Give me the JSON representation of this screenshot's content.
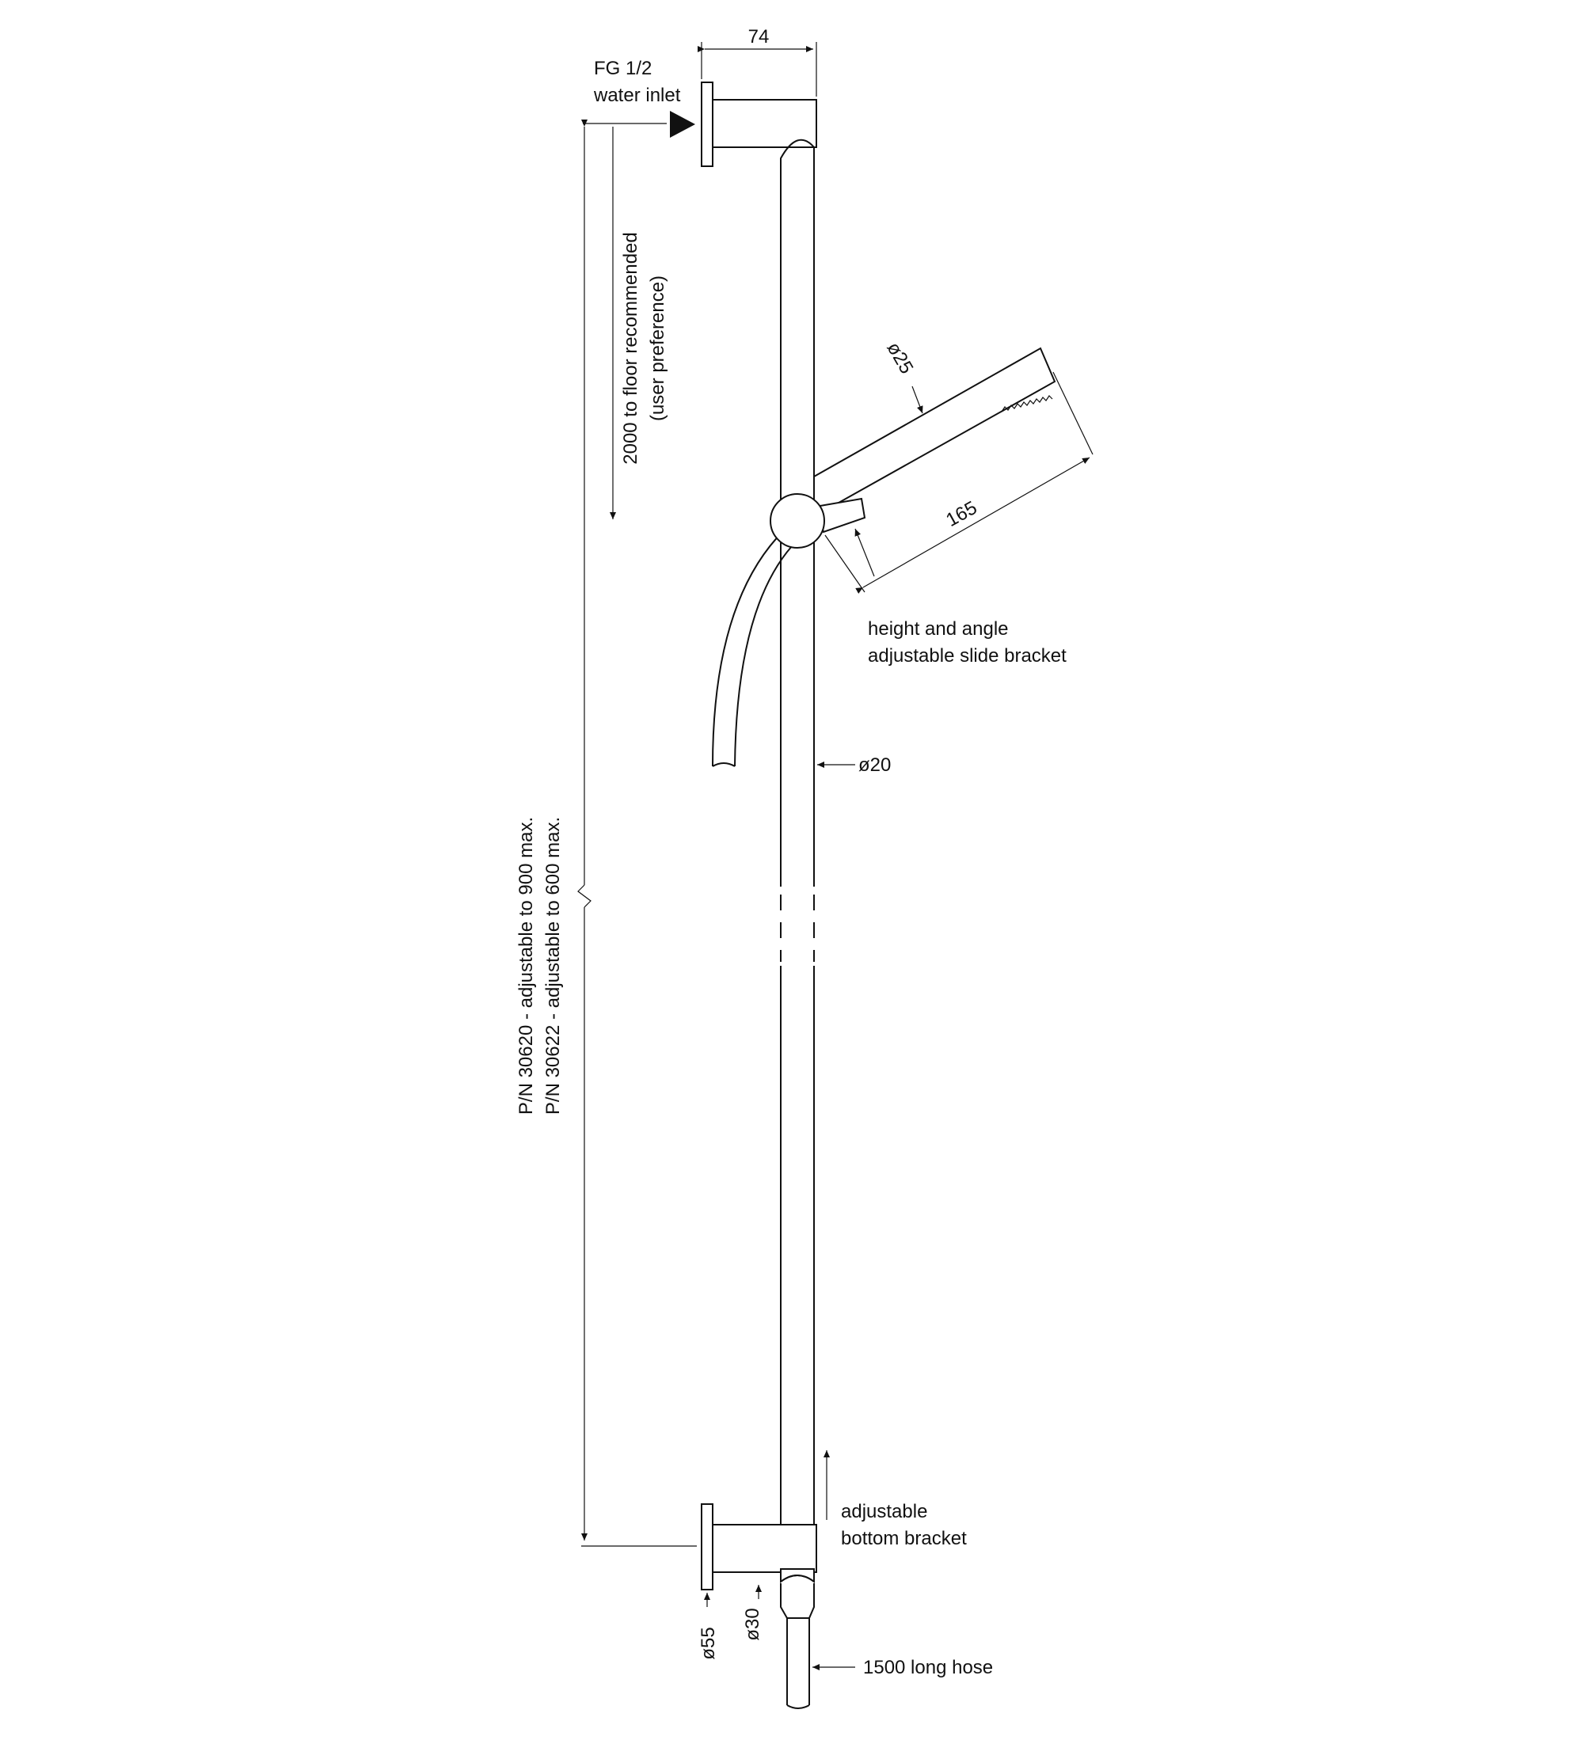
{
  "labels": {
    "dim_top_width": "74",
    "inlet_line1": "FG 1/2",
    "inlet_line2": "water inlet",
    "floor_line1": "2000 to floor recommended",
    "floor_line2": "(user preference)",
    "pn_line1": "P/N 30620 - adjustable to 900 max.",
    "pn_line2": "P/N 30622 - adjustable to 600 max.",
    "dia_head": "ø25",
    "head_length": "165",
    "slide_line1": "height and angle",
    "slide_line2": "adjustable slide bracket",
    "dia_rail": "ø20",
    "bottom_line1": "adjustable",
    "bottom_line2": "bottom bracket",
    "dia_flange": "ø55",
    "dia_bracket": "ø30",
    "hose": "1500 long hose"
  },
  "colors": {
    "line": "#111111",
    "background": "#ffffff"
  }
}
